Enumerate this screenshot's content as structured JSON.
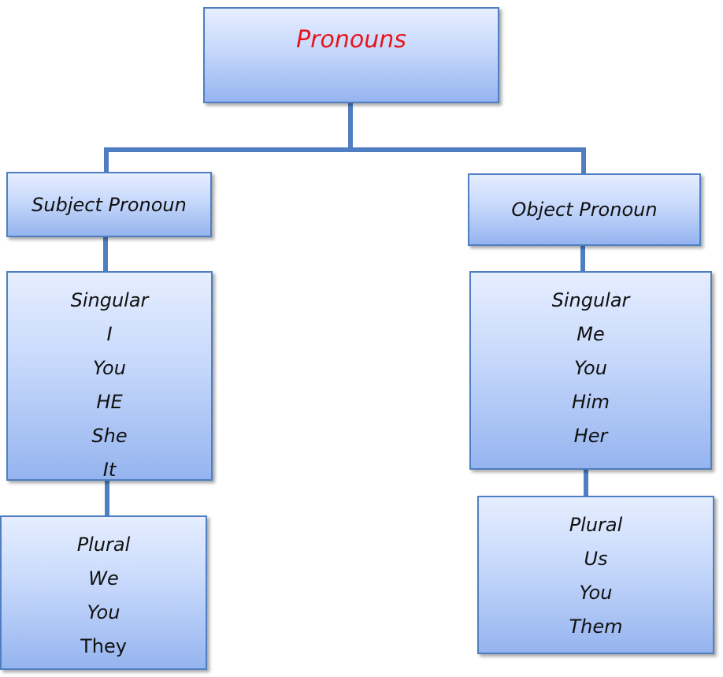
{
  "root": {
    "label": "Pronouns",
    "color": "#e8141c"
  },
  "left": {
    "heading": "Subject Pronoun",
    "singular": [
      "Singular",
      "I",
      "You",
      "HE",
      "She",
      "It"
    ],
    "plural": [
      "Plural",
      "We",
      "You",
      "They"
    ]
  },
  "right": {
    "heading": "Object Pronoun",
    "singular": [
      "Singular",
      "Me",
      "You",
      "Him",
      "Her"
    ],
    "plural": [
      "Plural",
      "Us",
      "You",
      "Them"
    ]
  },
  "colors": {
    "border": "#4f7fc2",
    "box_top": "#e6eeff",
    "box_bottom": "#95b4ef",
    "connector": "#4f7fc2"
  }
}
